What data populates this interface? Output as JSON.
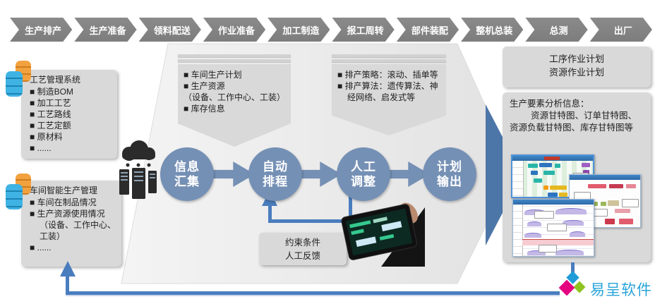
{
  "header": {
    "steps": [
      "生产排产",
      "生产准备",
      "领料配送",
      "作业准备",
      "加工制造",
      "报工周转",
      "部件装配",
      "整机总装",
      "总测",
      "出厂"
    ]
  },
  "left": {
    "box1": {
      "title": "工艺管理系统",
      "items": [
        "■ 制造BOM",
        "■ 加工工艺",
        "■ 工艺路线",
        "■ 工艺定额",
        "■ 原材料",
        "■ ......"
      ]
    },
    "box2": {
      "title": "车间智能生产管理",
      "items": [
        "■ 车间在制品情况",
        "■ 生产资源使用情况（设备、工作中心、工装）",
        "■ ......"
      ]
    }
  },
  "callouts": {
    "c1": {
      "items": [
        "■ 车间生产计划",
        "■ 生产资源",
        "（设备、工作中心、工装）",
        "■ 库存信息"
      ]
    },
    "c2": {
      "items": [
        "■ 排产策略：滚动、插单等",
        "■ 排产算法：遗传算法、神经网络、启发式等"
      ]
    }
  },
  "flow": {
    "circles": [
      "信息\n汇集",
      "自动\n排程",
      "人工\n调整",
      "计划\n输出"
    ]
  },
  "feedback": {
    "line1": "约束条件",
    "line2": "人工反馈"
  },
  "right": {
    "plan_box": {
      "line1": "工序作业计划",
      "line2": "资源作业计划"
    },
    "analysis": {
      "title": "生产要素分析信息：",
      "body": "资源甘特图、订单甘特图、资源负载甘特图、库存甘特图等"
    }
  },
  "logo": {
    "text": "易呈软件"
  },
  "icons": {
    "cloud_servers": "cloud-with-server-racks",
    "database": "stacked-database-cylinders",
    "tablet": "hand-held-tablet-photo",
    "gantt_thumbnails": [
      "resource-gantt-chart",
      "order-gantt-chart",
      "load-gantt-chart"
    ]
  },
  "colors": {
    "chevron_gray": "#7d7d7d",
    "box_gray": "#d9d9d9",
    "circle_blue": "#7590b5",
    "accent_blue": "#4a7dbe",
    "panel_arrow_blue": "#4d76a8",
    "gantt_header_blue": "#3f86c9",
    "logo_blue": "#1f9cd8",
    "logo_green": "#8fc31f",
    "logo_magenta": "#e4007f",
    "logo_text_blue": "#29a3da"
  }
}
